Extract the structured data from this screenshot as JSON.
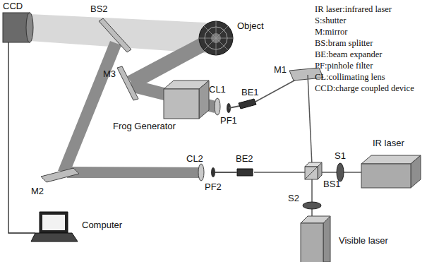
{
  "diagram": {
    "labels": [
      "CCD",
      "BS2",
      "Object",
      "M3",
      "Frog Generator",
      "CL1",
      "PF1",
      "BE1",
      "M1",
      "IR laser:infrared laser",
      "S:shutter",
      "M:mirror",
      "BS:bram splitter",
      "BE:beam expander",
      "PF:pinhole filter",
      "CL:collimating lens",
      "CCD:charge coupled device",
      "S1",
      "IR laser",
      "BS1",
      "CL2",
      "PF2",
      "BE2",
      "S2",
      "M2",
      "Visible laser",
      "Computer"
    ]
  }
}
